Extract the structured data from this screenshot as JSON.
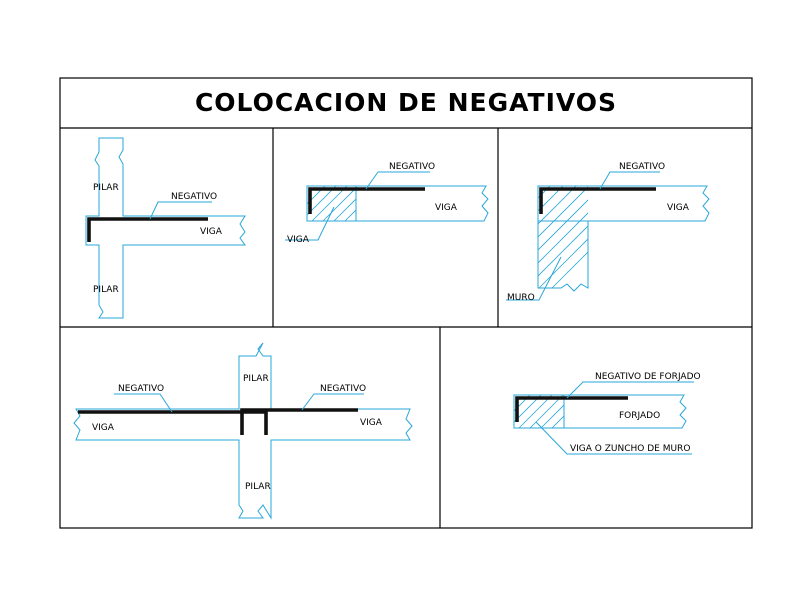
{
  "title": "COLOCACION DE NEGATIVOS",
  "labels": {
    "pilar": "PILAR",
    "viga": "VIGA",
    "negativo": "NEGATIVO",
    "muro": "MURO",
    "negativo_forjado": "NEGATIVO DE FORJADO",
    "forjado": "FORJADO",
    "viga_zuncho": "VIGA O ZUNCHO DE MURO"
  },
  "colors": {
    "frame": "#000000",
    "outline": "#2aa7d8",
    "rebar": "#111111"
  }
}
